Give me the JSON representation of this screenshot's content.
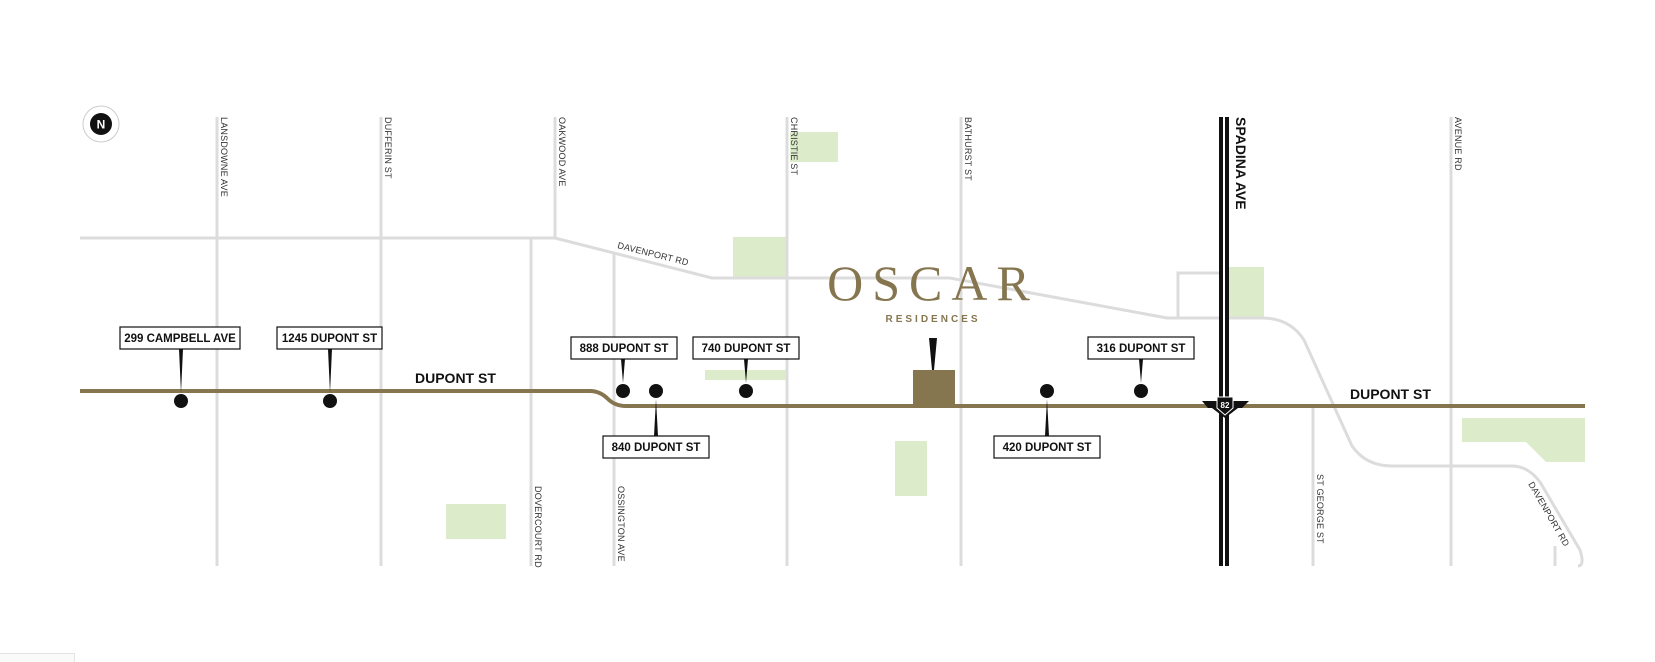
{
  "brand": {
    "name": "OSCAR",
    "subtitle": "RESIDENCES",
    "color": "#857650"
  },
  "compass": {
    "label": "N"
  },
  "colors": {
    "road": "#dcdcdc",
    "park": "#dcebc9",
    "main_road": "#857650",
    "highway": "#111111",
    "pin": "#111111"
  },
  "streets": {
    "lansdowne": "LANSDOWNE AVE",
    "dufferin": "DUFFERIN ST",
    "oakwood": "OAKWOOD AVE",
    "christie": "CHRISTIE ST",
    "bathurst": "BATHURST ST",
    "avenue_rd": "AVENUE RD",
    "dovercourt": "DOVERCOURT RD",
    "ossington": "OSSINGTON AVE",
    "st_george": "ST GEORGE ST",
    "davenport_top": "DAVENPORT RD",
    "davenport_right": "DAVENPORT RD"
  },
  "major_streets": {
    "dupont_left": "DUPONT ST",
    "dupont_right": "DUPONT ST",
    "spadina": "SPADINA AVE"
  },
  "highway_shield": {
    "label": "82",
    "icon": "highway-shield-icon"
  },
  "properties": [
    {
      "label": "299 CAMPBELL AVE"
    },
    {
      "label": "1245 DUPONT ST"
    },
    {
      "label": "888 DUPONT ST"
    },
    {
      "label": "740 DUPONT ST"
    },
    {
      "label": "840 DUPONT ST"
    },
    {
      "label": "420 DUPONT ST"
    },
    {
      "label": "316 DUPONT ST"
    }
  ]
}
